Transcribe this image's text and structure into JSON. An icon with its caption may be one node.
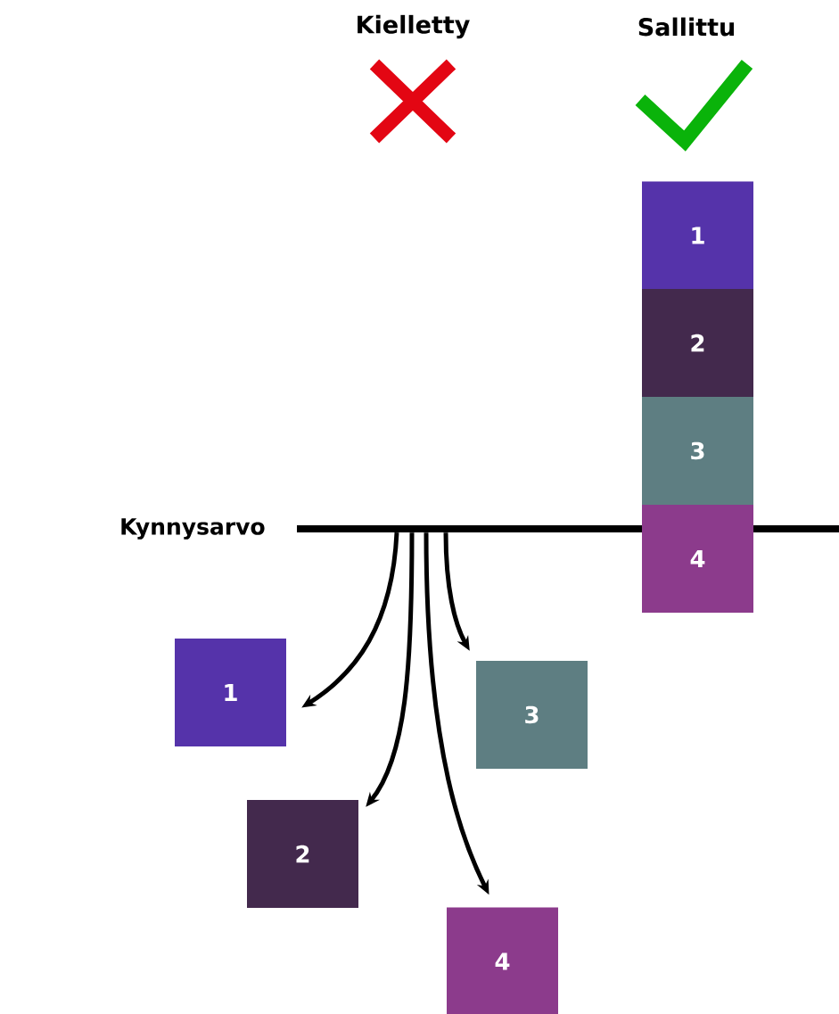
{
  "diagram": {
    "nodes": [
      {
        "text": [],
        "shape": "bar",
        "beside": [
          "Kynnysarvo"
        ]
      },
      {
        "text": [
          "1"
        ]
      },
      {
        "text": [
          "3"
        ]
      },
      {
        "text": [
          "2"
        ]
      },
      {
        "text": [
          "4"
        ]
      },
      {
        "text": [
          "1"
        ]
      },
      {
        "text": [
          "2"
        ]
      },
      {
        "text": [
          "3"
        ]
      },
      {
        "text": [
          "4"
        ]
      }
    ],
    "edges": [
      {
        "from": 0,
        "to": 1,
        "arrow": "to"
      },
      {
        "from": 0,
        "to": 2,
        "arrow": "to"
      },
      {
        "from": 0,
        "to": 3,
        "arrow": "to"
      },
      {
        "from": 0,
        "to": 4,
        "arrow": "to"
      }
    ],
    "labels": [
      "Kielletty",
      "Sallittu"
    ]
  }
}
